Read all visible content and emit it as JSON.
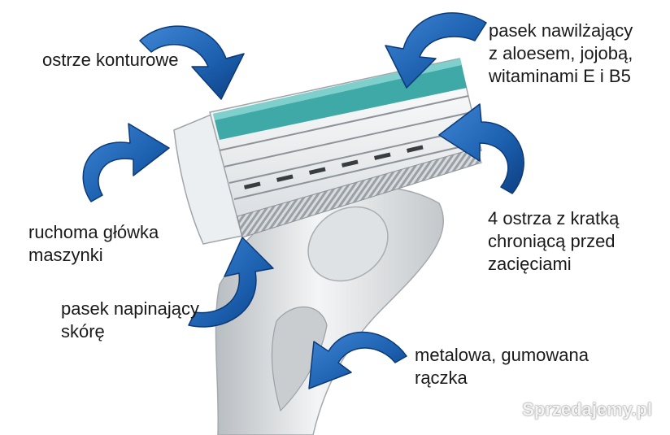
{
  "labels": {
    "contour_blade": "ostrze konturowe",
    "moisture_strip": [
      "pasek nawilżający",
      "z aloesem, jojobą,",
      "witaminami E i B5"
    ],
    "movable_head": [
      "ruchoma główka",
      "maszynki"
    ],
    "four_blades": [
      "4 ostrza z kratką",
      "chroniącą przed",
      "zacięciami"
    ],
    "tension_strip": [
      "pasek napinający",
      "skórę"
    ],
    "handle": [
      "metalowa, gumowana",
      "rączka"
    ]
  },
  "watermark": "Sprzedajemy.pl",
  "colors": {
    "arrow_fill": "#1b5fae",
    "arrow_edge": "#0c3a78",
    "moisture_strip": "#3ea9a6",
    "cartridge": "#e9ecee",
    "handle": "#d4d8db"
  },
  "icons": [
    "curved-arrow-icon"
  ]
}
